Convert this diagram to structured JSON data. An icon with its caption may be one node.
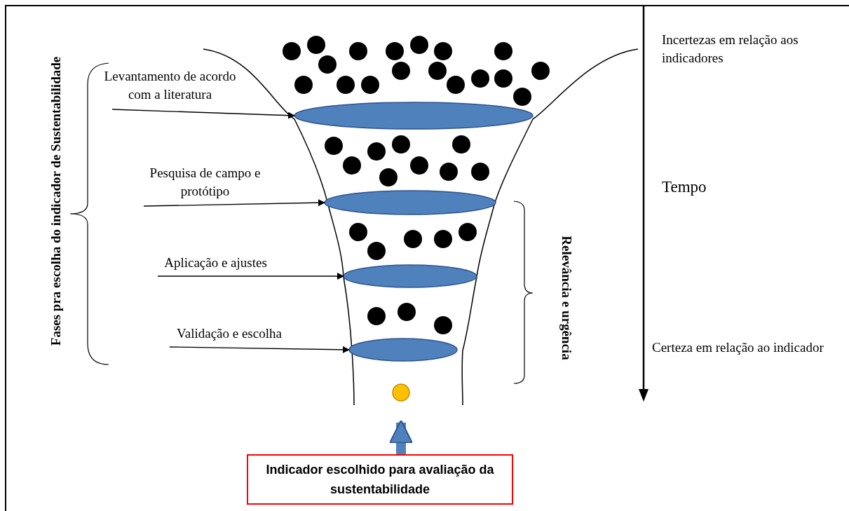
{
  "diagram": {
    "nodes": [
      {
        "text": [
          "Levantamento de acordo com a literatura"
        ]
      },
      {
        "text": [],
        "shape": "ellipse"
      },
      {
        "text": [
          "Pesquisa de campo e protótipo"
        ]
      },
      {
        "text": [],
        "shape": "ellipse"
      },
      {
        "text": [
          "Aplicação e ajustes"
        ]
      },
      {
        "text": [],
        "shape": "ellipse"
      },
      {
        "text": [
          "Validação e escolha"
        ]
      },
      {
        "text": [],
        "shape": "ellipse"
      },
      {
        "text": [],
        "shape": "circle"
      },
      {
        "text": [
          "Indicador escolhido para avaliação da sustentabilidade"
        ]
      }
    ],
    "edges": [
      {
        "from": 0,
        "to": 1,
        "arrow": "to"
      },
      {
        "from": 2,
        "to": 3,
        "arrow": "to"
      },
      {
        "from": 4,
        "to": 5,
        "arrow": "to"
      },
      {
        "from": 6,
        "to": 7,
        "arrow": "to"
      },
      {
        "from": 9,
        "to": 8,
        "arrow": "to",
        "style": "thick",
        "color": "#4f81bd"
      }
    ],
    "labels": [
      "Fases pra escolha do indicador de Sustentabilidade",
      "Incertezas em relação aos indicadores",
      "Tempo",
      "Relevância e urgência",
      "Certeza em relação ao indicador"
    ]
  }
}
